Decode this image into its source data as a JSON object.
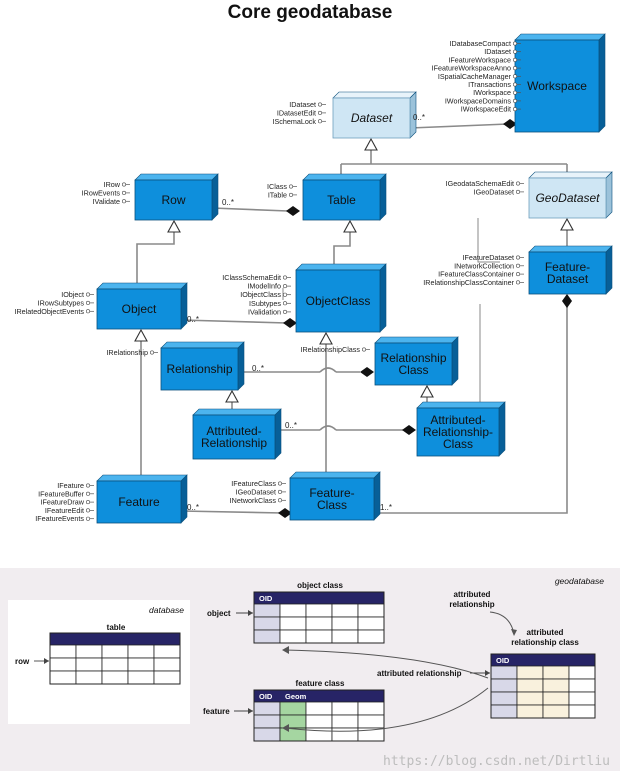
{
  "title": "Core geodatabase",
  "classes": [
    {
      "id": "workspace",
      "label": [
        "Workspace"
      ],
      "abstract": false
    },
    {
      "id": "dataset",
      "label": [
        "Dataset"
      ],
      "abstract": true
    },
    {
      "id": "row",
      "label": [
        "Row"
      ],
      "abstract": false
    },
    {
      "id": "table",
      "label": [
        "Table"
      ],
      "abstract": false
    },
    {
      "id": "geodataset",
      "label": [
        "GeoDataset"
      ],
      "abstract": true
    },
    {
      "id": "object",
      "label": [
        "Object"
      ],
      "abstract": false
    },
    {
      "id": "objectclass",
      "label": [
        "ObjectClass"
      ],
      "abstract": false
    },
    {
      "id": "featuredataset",
      "label": [
        "Feature-",
        "Dataset"
      ],
      "abstract": false
    },
    {
      "id": "relationship",
      "label": [
        "Relationship"
      ],
      "abstract": false
    },
    {
      "id": "relationshipclass",
      "label": [
        "Relationship",
        "Class"
      ],
      "abstract": false
    },
    {
      "id": "attributedrelationship",
      "label": [
        "Attributed-",
        "Relationship"
      ],
      "abstract": false
    },
    {
      "id": "attributedrelationshipclass",
      "label": [
        "Attributed-",
        "Relationship-",
        "Class"
      ],
      "abstract": false
    },
    {
      "id": "feature",
      "label": [
        "Feature"
      ],
      "abstract": false
    },
    {
      "id": "featureclass",
      "label": [
        "Feature-",
        "Class"
      ],
      "abstract": false
    }
  ],
  "interfaces": {
    "workspace": [
      "IDatabaseCompact",
      "IDataset",
      "IFeatureWorkspace",
      "IFeatureWorkspaceAnno",
      "ISpatialCacheManager",
      "ITransactions",
      "IWorkspace",
      "IWorkspaceDomains",
      "IWorkspaceEdit"
    ],
    "dataset": [
      "IDataset",
      "IDatasetEdit",
      "ISchemaLock"
    ],
    "row": [
      "IRow",
      "IRowEvents",
      "IValidate"
    ],
    "table": [
      "IClass",
      "ITable"
    ],
    "geodataset": [
      "IGeodataSchemaEdit",
      "IGeoDataset"
    ],
    "featuredataset": [
      "IFeatureDataset",
      "INetworkCollection",
      "IFeatureClassContainer",
      "IRelationshipClassContainer"
    ],
    "objectclass": [
      "IClassSchemaEdit",
      "IModelInfo",
      "IObjectClass",
      "ISubtypes",
      "IValidation"
    ],
    "object": [
      "IObject",
      "IRowSubtypes",
      "IRelatedObjectEvents"
    ],
    "object_extra": [
      "IRelationship"
    ],
    "relationshipclass": [
      "IRelationshipClass"
    ],
    "feature": [
      "IFeature",
      "IFeatureBuffer",
      "IFeatureDraw",
      "IFeatureEdit",
      "IFeatureEvents"
    ],
    "featureclass": [
      "IFeatureClass",
      "IGeoDataset",
      "INetworkClass"
    ]
  },
  "multiplicities": {
    "dataset_workspace": "0..*",
    "row_table": "0..*",
    "object_objectclass": "0..*",
    "relationship_relationshipclass": "0..*",
    "attrrel_attrrelclass": "0..*",
    "feature_featureclass": "0..*",
    "featureclass_featuredataset": "1..*"
  },
  "lower": {
    "database_panel": {
      "title": "database",
      "table_title": "table",
      "row_label": "row"
    },
    "geodatabase_panel": {
      "title": "geodatabase",
      "object_class_title": "object class",
      "object_label": "object",
      "oid": "OID",
      "geom": "Geom",
      "feature_class_title": "feature class",
      "feature_label": "feature",
      "attributed_relationship_annotation": [
        "attributed",
        "relationship"
      ],
      "attributed_relationship_class_title": [
        "attributed",
        "relationship class"
      ],
      "attributed_relationship_label": "attributed relationship"
    }
  },
  "watermark": "https://blog.csdn.net/Dirtliu",
  "colors": {
    "class_fill": "#0e8fdc",
    "class_side": "#075f98",
    "class_top": "#4cb4ee",
    "abstract_fill": "#cfe6f4",
    "table_header": "#272466",
    "oid_cell": "#d8d8e8",
    "geom_cell": "#a5d6a1",
    "attr_cell": "#f9f1dd"
  }
}
